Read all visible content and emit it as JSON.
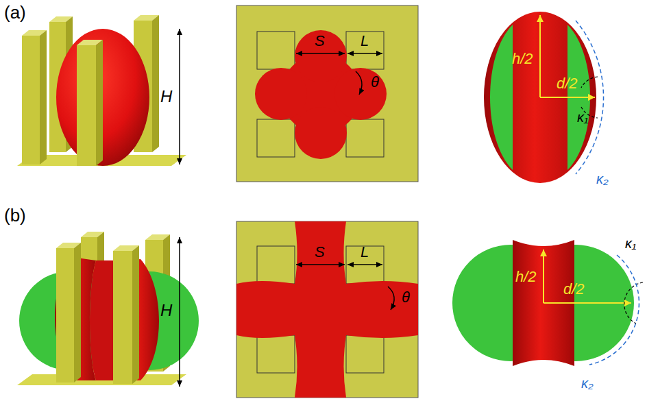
{
  "diagram": {
    "labels": [
      "(a)",
      "H",
      "S",
      "L",
      "θ",
      "h/2",
      "d/2",
      "κ₁",
      "κ₂",
      "(b)",
      "H",
      "S",
      "L",
      "θ",
      "h/2",
      "d/2",
      "κ₁",
      "κ₂"
    ]
  }
}
